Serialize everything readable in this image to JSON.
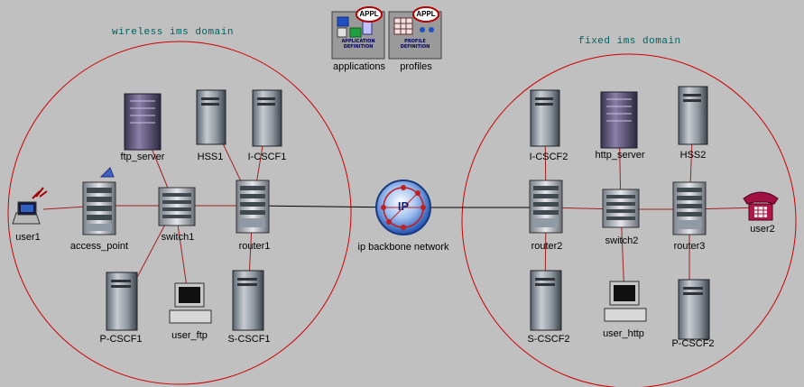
{
  "domains": {
    "wireless": {
      "title": "wireless ims domain"
    },
    "fixed": {
      "title": "fixed ims domain"
    }
  },
  "globals": {
    "applications": {
      "label": "applications",
      "badge": "APPL",
      "text": "APPLICATION DEFINITION"
    },
    "profiles": {
      "label": "profiles",
      "badge": "APPL",
      "text": "PROFILE DEFINITION"
    }
  },
  "backbone": {
    "label": "ip backbone network",
    "icon_text": "IP"
  },
  "wireless_nodes": {
    "user1": "user1",
    "access_point": "access_point",
    "switch1": "switch1",
    "router1": "router1",
    "ftp_server": "ftp_server",
    "hss1": "HSS1",
    "icscf1": "I-CSCF1",
    "pcscf1": "P-CSCF1",
    "user_ftp": "user_ftp",
    "scscf1": "S-CSCF1"
  },
  "fixed_nodes": {
    "icscf2": "I-CSCF2",
    "http_server": "http_server",
    "hss2": "HSS2",
    "router2": "router2",
    "switch2": "switch2",
    "router3": "router3",
    "user2": "user2",
    "scscf2": "S-CSCF2",
    "user_http": "user_http",
    "pcscf2": "P-CSCF2"
  },
  "colors": {
    "background": "#c0c0c0",
    "domain_circle": "#d00000",
    "link_wireless": "#a02020",
    "link_backbone": "#000000",
    "domain_title": "#006060"
  }
}
